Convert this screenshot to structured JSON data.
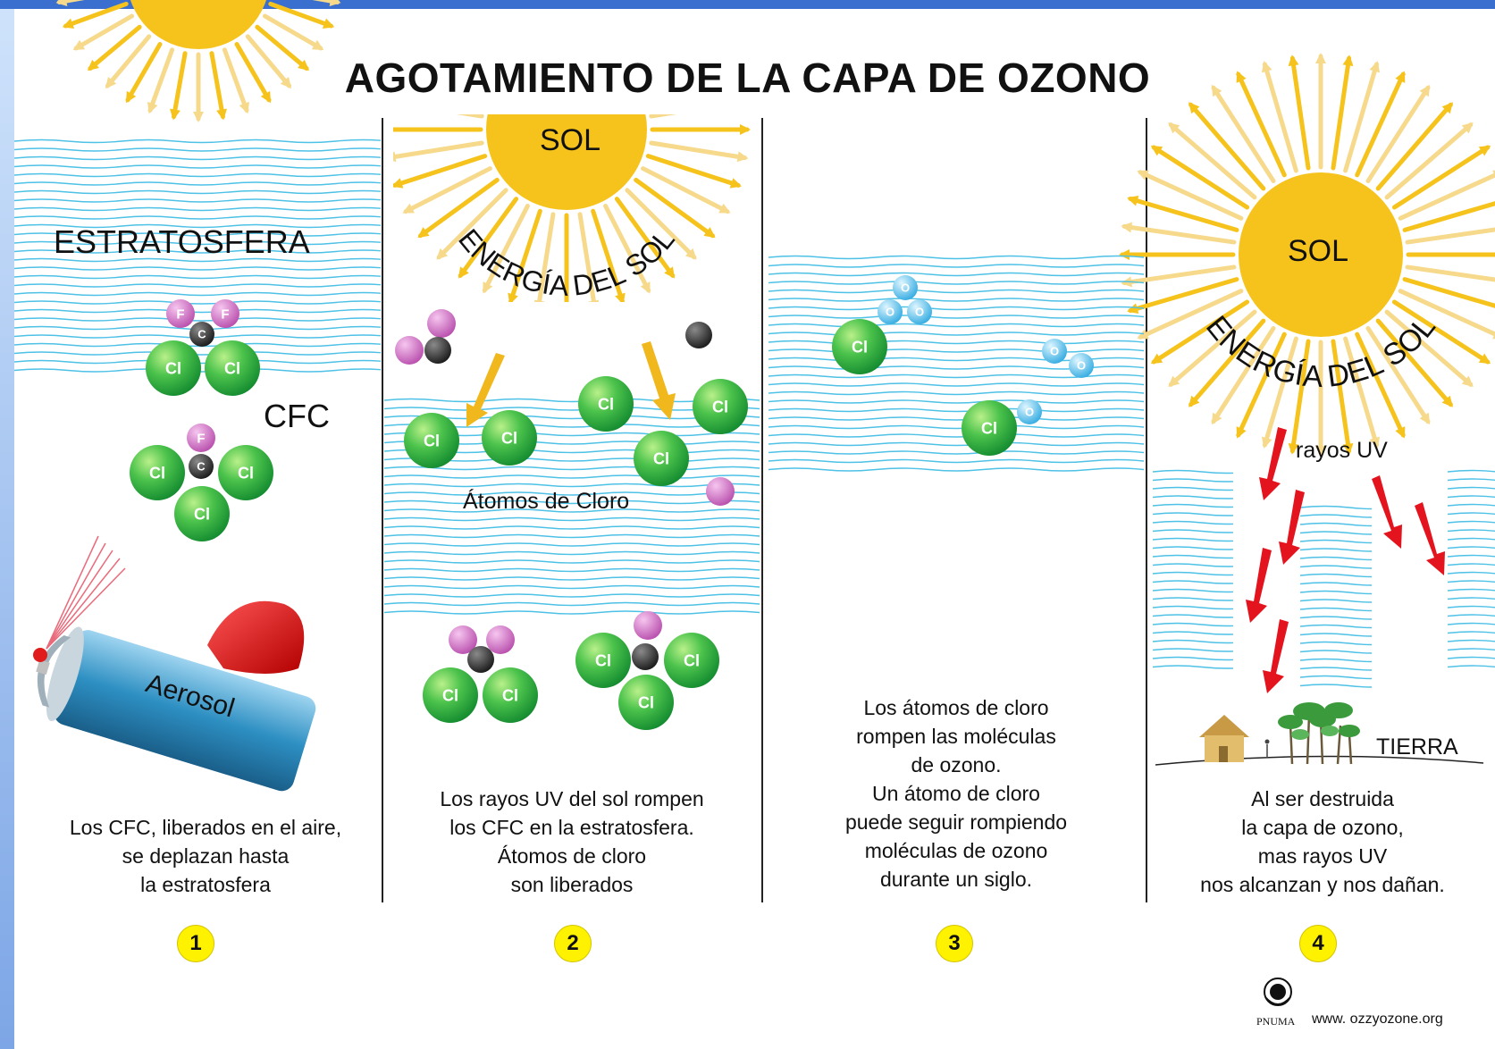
{
  "title": "AGOTAMIENTO DE LA CAPA DE OZONO",
  "labels": {
    "estratosfera": "ESTRATOSFERA",
    "cfc": "CFC",
    "aerosol": "Aerosol",
    "sol": "SOL",
    "energia_del_sol": "ENERGÍA DEL SOL",
    "atomos_de_cloro": "Átomos de Cloro",
    "rayos_uv": "rayos UV",
    "tierra": "TIERRA",
    "cl": "Cl",
    "f": "F",
    "c": "C",
    "o": "O"
  },
  "panels": [
    {
      "number": "1",
      "caption": "Los CFC, liberados en el aire,\nse deplazan hasta\nla estratosfera"
    },
    {
      "number": "2",
      "caption": "Los rayos UV del sol rompen\nlos CFC en la estratosfera.\nÁtomos de cloro\nson liberados"
    },
    {
      "number": "3",
      "caption": "Los átomos de cloro\nrompen las moléculas\nde ozono.\nUn átomo de cloro\npuede seguir rompiendo\nmoléculas de ozono\ndurante un siglo."
    },
    {
      "number": "4",
      "caption": "Al ser destruida\nla capa de ozono,\nmas rayos UV\nnos alcanzan y nos dañan."
    }
  ],
  "footer": {
    "org": "PNUMA",
    "website": "www. ozzyozone.org"
  },
  "colors": {
    "sun": "#f5c31c",
    "ray": "#f6d98a",
    "wave": "#4ec1e6",
    "chlorine": "#37b34a",
    "fluorine": "#d05ec0",
    "ozone": "#3db8ea",
    "uv_arrow": "#e8202a",
    "badge": "#fff200"
  }
}
